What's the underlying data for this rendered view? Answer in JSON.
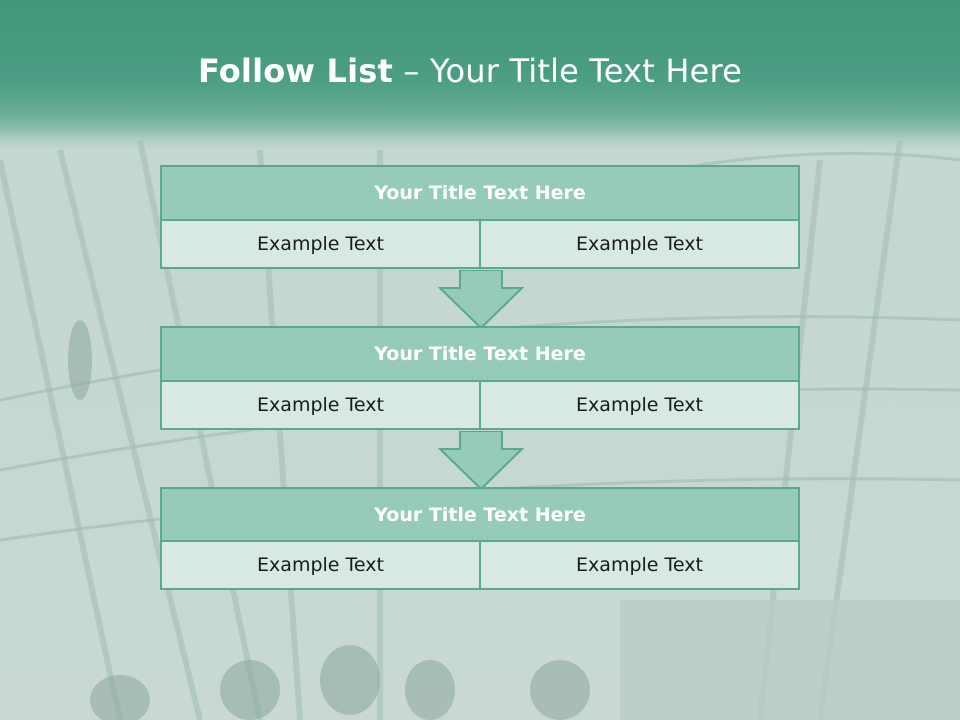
{
  "slide": {
    "title_bold": "Follow List",
    "title_rest": " – Your Title Text Here"
  },
  "steps": [
    {
      "title": "Your Title Text Here",
      "left": "Example Text",
      "right": "Example Text"
    },
    {
      "title": "Your Title Text Here",
      "left": "Example Text",
      "right": "Example Text"
    },
    {
      "title": "Your Title Text Here",
      "left": "Example Text",
      "right": "Example Text"
    }
  ],
  "colors": {
    "accent": "#4a9e84",
    "header_fill": "#95cbb8",
    "row_fill": "#d8e9e3",
    "border": "#5aa88f"
  }
}
